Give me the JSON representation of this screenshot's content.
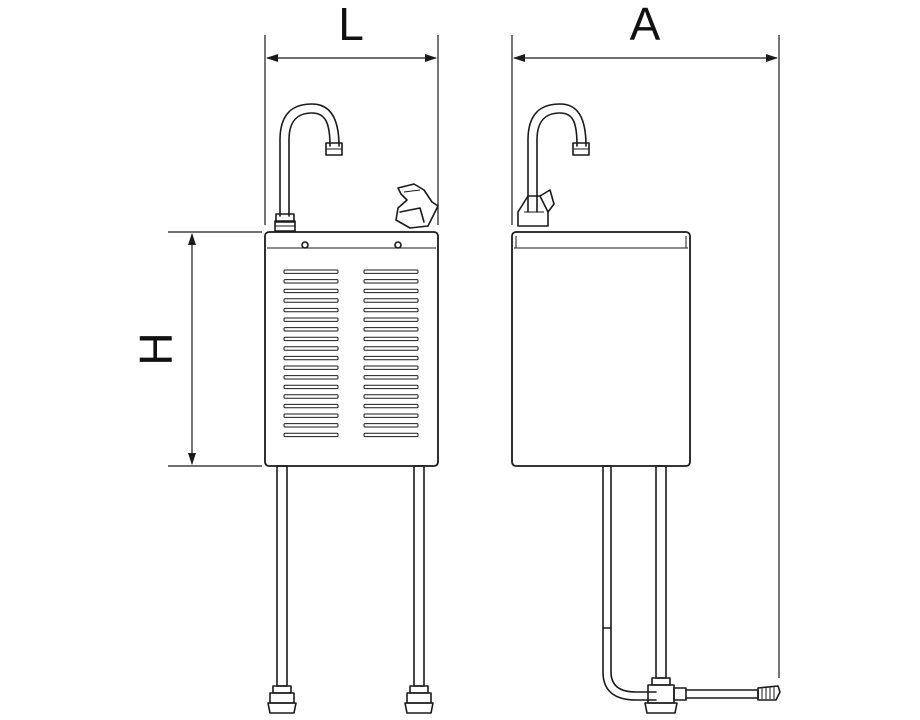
{
  "dimensions": {
    "width_label": "L",
    "depth_label": "A",
    "height_label": "H"
  },
  "style": {
    "line_color": "#1a1a1a",
    "background": "#ffffff"
  }
}
